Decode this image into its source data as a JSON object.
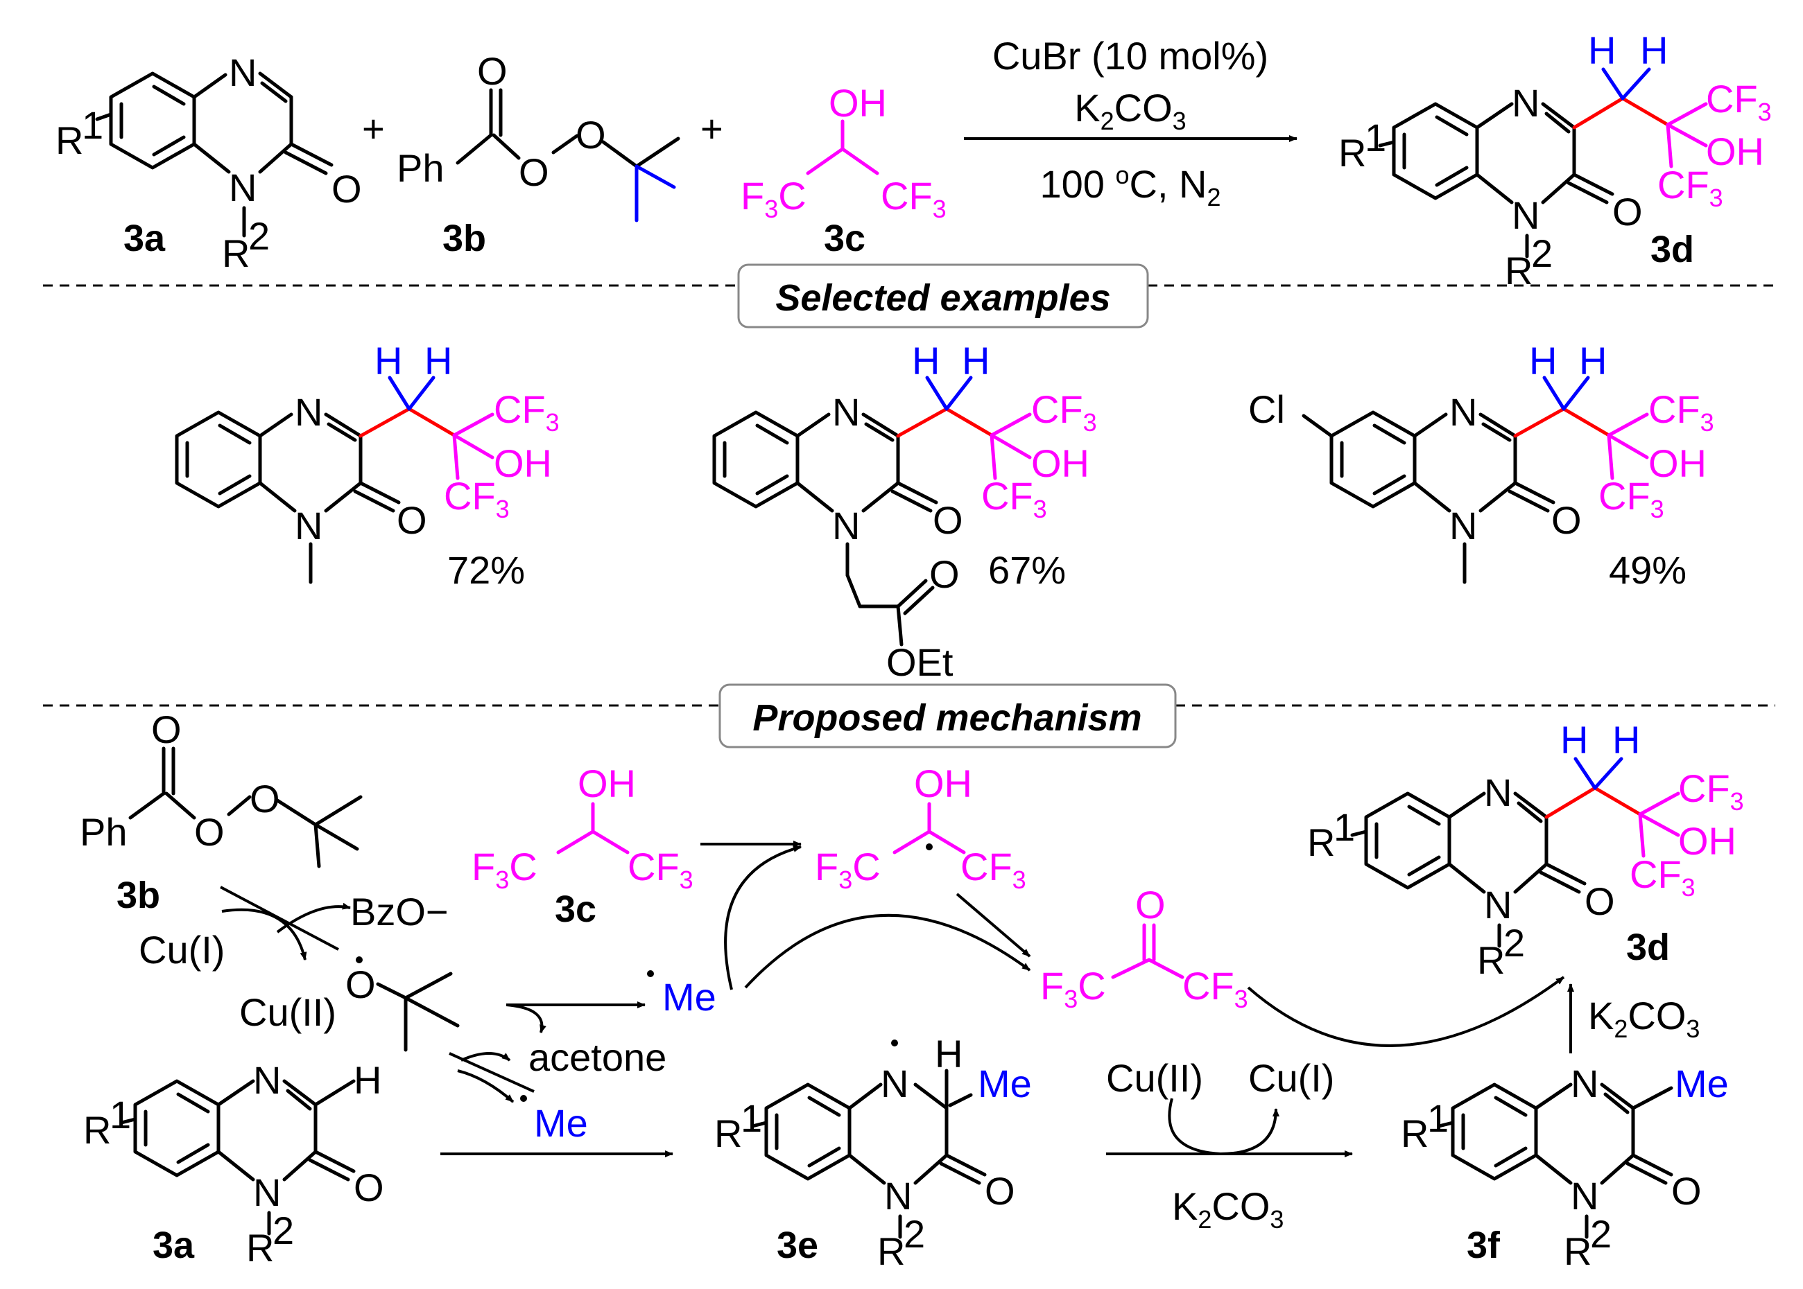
{
  "reaction": {
    "conditions": [
      "CuBr (10 mol%)",
      "K2CO3",
      "100 oC, N2"
    ],
    "labels": {
      "a": "3a",
      "b": "3b",
      "c": "3c",
      "d": "3d"
    },
    "plus": "+"
  },
  "sections": {
    "examples_title": "Selected examples",
    "mechanism_title": "Proposed mechanism"
  },
  "examples": [
    {
      "yield": "72%"
    },
    {
      "yield": "67%",
      "ester": "OEt"
    },
    {
      "yield": "49%",
      "substituent": "Cl"
    }
  ],
  "mechanism": {
    "labels": {
      "b": "3b",
      "c": "3c",
      "a": "3a",
      "e": "3e",
      "f": "3f",
      "d": "3d"
    },
    "species": [
      "BzO−",
      "Cu(I)",
      "Cu(II)",
      "acetone",
      "Me"
    ],
    "redox": {
      "from": "Cu(II)",
      "to": "Cu(I)"
    },
    "base": "K2CO3"
  },
  "colors": {
    "cf3_group": "#ff00ff",
    "hydrogen_methyl": "#0000ff",
    "new_bond": "#ff0000"
  }
}
